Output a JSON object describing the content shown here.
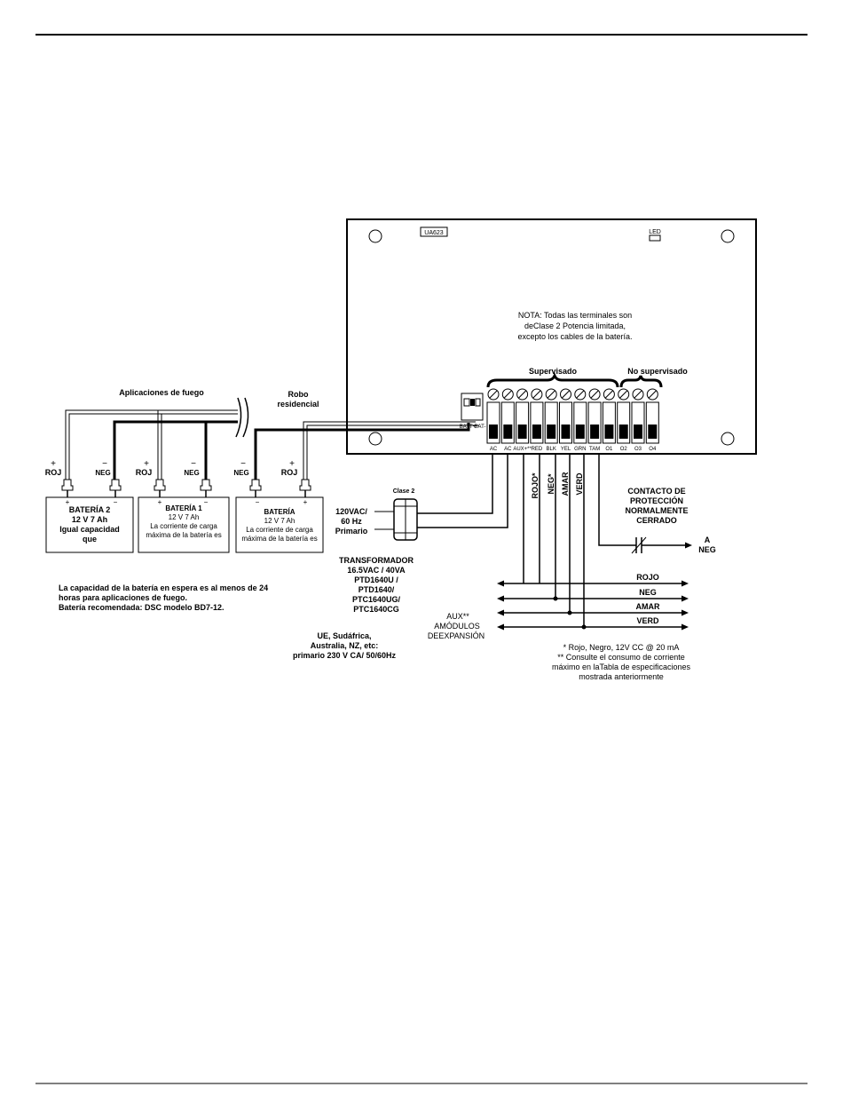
{
  "board": {
    "model": "UA623",
    "led": "LED",
    "note": [
      "NOTA: Todas las terminales son",
      "deClase 2 Potencia limitada,",
      "excepto los cables de la batería."
    ],
    "supervised": "Supervisado",
    "unsupervised": "No supervisado",
    "terminals": [
      "AC",
      "AC",
      "AUX+**",
      "RED",
      "BLK",
      "YEL",
      "GRN",
      "TAM",
      "O1",
      "O2",
      "O3",
      "O4"
    ],
    "battery_connector": [
      "BATT+",
      "BAT-"
    ]
  },
  "fire": {
    "title": "Aplicaciones de fuego"
  },
  "robo": {
    "title": [
      "Robo",
      "residencial"
    ]
  },
  "labels": {
    "plus": "+",
    "minus": "−",
    "roj": "ROJ",
    "neg": "NEG"
  },
  "battery2": {
    "lines": [
      "BATERÍA 2",
      "12 V 7 Ah",
      "Igual capacidad",
      "que"
    ]
  },
  "battery1": {
    "lines": [
      "BATERÍA 1",
      "12 V 7 Ah",
      "La corriente de carga",
      "máxima de la batería es"
    ]
  },
  "battery3": {
    "lines": [
      "BATERÍA",
      "12 V 7 Ah",
      "La corriente de carga",
      "máxima de la batería es"
    ]
  },
  "battery_note": [
    "La capacidad de la batería en espera es al menos de 24",
    "horas para aplicaciones de fuego.",
    "Batería recomendada: DSC modelo BD7-12."
  ],
  "transformer": {
    "class": "Clase 2",
    "primary": [
      "120VAC/",
      "60 Hz",
      "Primario"
    ],
    "models": [
      "TRANSFORMADOR",
      "16.5VAC / 40VA",
      "PTD1640U /",
      "PTD1640/",
      "PTC1640UG/",
      "PTC1640CG"
    ],
    "intl": [
      "UE, Sudáfrica,",
      "Australia, NZ, etc:",
      "primario 230 V CA/ 50/60Hz"
    ]
  },
  "aux_vertical": [
    "ROJO*",
    "NEG*",
    "AMAR",
    "VERD"
  ],
  "bus": [
    "ROJO",
    "NEG",
    "AMAR",
    "VERD"
  ],
  "aux_label": [
    "AUX**",
    "AMÓDULOS",
    "DEEXPANSIÓN"
  ],
  "contact": {
    "title": [
      "CONTACTO DE",
      "PROTECCIÓN",
      "NORMALMENTE",
      "CERRADO"
    ],
    "to": [
      "A",
      "NEG"
    ]
  },
  "footnote": [
    "* Rojo, Negro, 12V CC @ 20 mA",
    "** Consulte el consumo de corriente",
    "máximo en laTabla de especificaciones",
    "mostrada anteriormente"
  ]
}
